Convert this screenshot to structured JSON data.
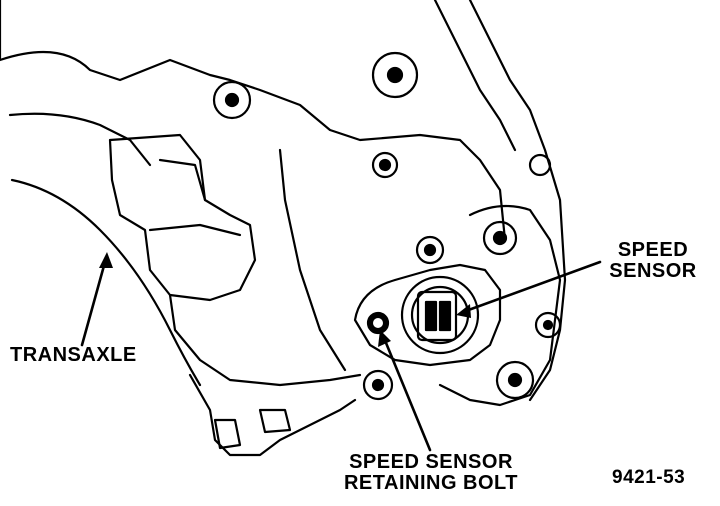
{
  "labels": {
    "speed_sensor_line1": "SPEED",
    "speed_sensor_line2": "SENSOR",
    "transaxle": "TRANSAXLE",
    "bolt_line1": "SPEED SENSOR",
    "bolt_line2": "RETAINING BOLT",
    "figure_number": "9421-53"
  },
  "colors": {
    "ink": "#000000",
    "paper": "#ffffff"
  }
}
